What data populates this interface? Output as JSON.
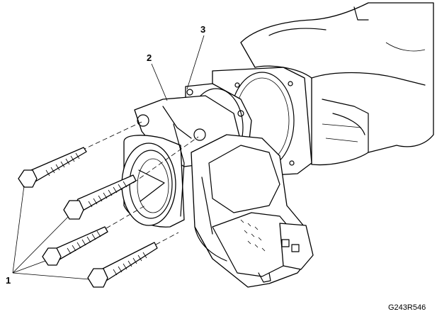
{
  "figure_code": "G243R546",
  "callouts": [
    {
      "number": "1"
    },
    {
      "number": "2"
    },
    {
      "number": "3"
    }
  ]
}
